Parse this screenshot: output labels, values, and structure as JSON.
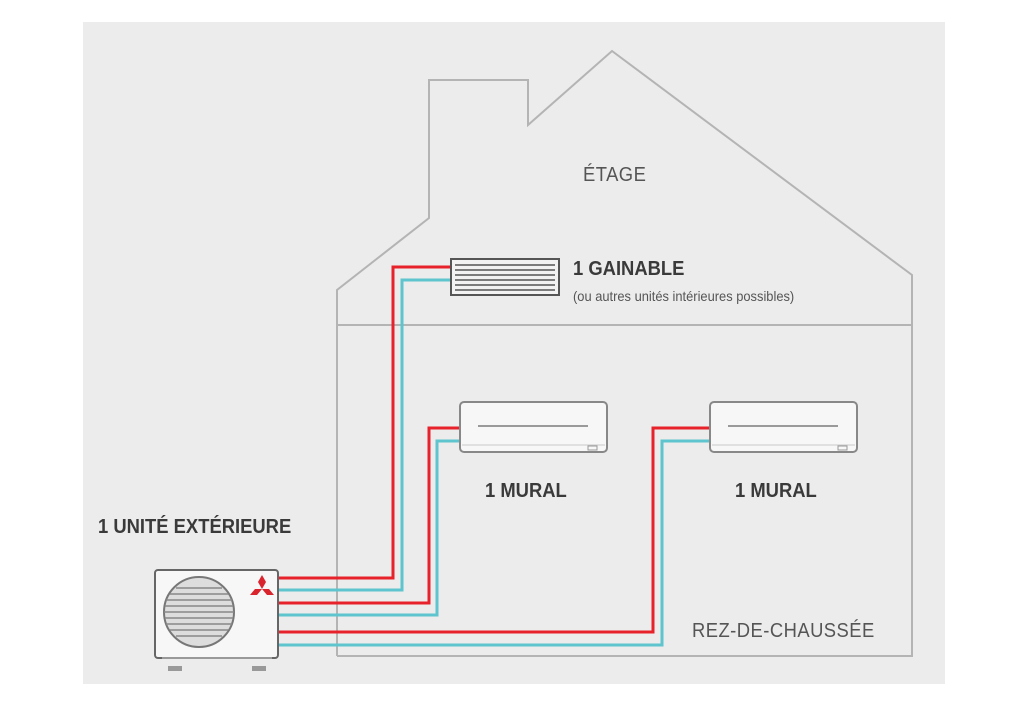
{
  "labels": {
    "upper_floor": "ÉTAGE",
    "ground_floor": "REZ-DE-CHAUSSÉE",
    "ducted_unit": "1 GAINABLE",
    "ducted_note": "(ou autres unités intérieures possibles)",
    "wall_unit_1": "1 MURAL",
    "wall_unit_2": "1 MURAL",
    "outdoor_unit": "1 UNITÉ EXTÉRIEURE"
  },
  "icons": {
    "outdoor_fan": "fan-grille-icon",
    "brand": "three-diamond-logo"
  },
  "colors": {
    "background": "#ececec",
    "house_outline": "#b4b4b4",
    "pipe_hot": "#e8222a",
    "pipe_cold": "#5ec4ce",
    "unit_body": "#f7f7f7",
    "logo": "#d9232d"
  }
}
